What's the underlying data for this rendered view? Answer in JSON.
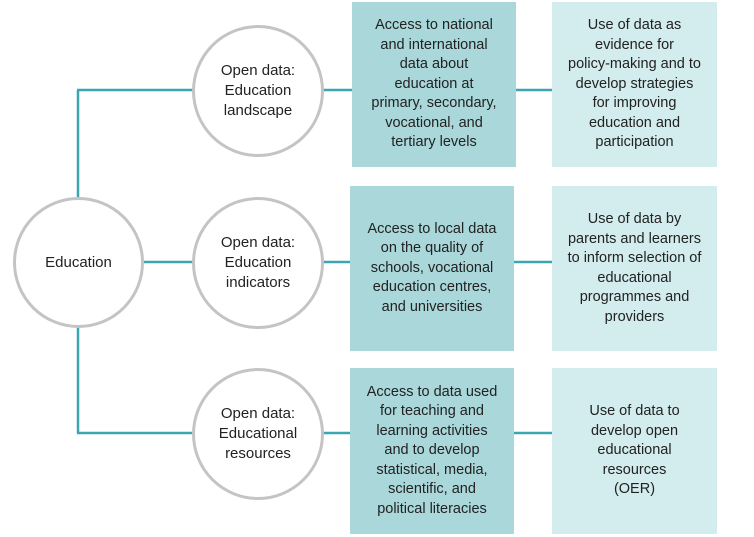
{
  "root": {
    "label": "Education"
  },
  "branches": [
    {
      "circle": [
        "Open data:",
        "Education",
        "landscape"
      ],
      "access": "Access to national\nand international\ndata about\neducation at\nprimary, secondary,\nvocational, and\ntertiary levels",
      "use": "Use of data as\nevidence for\npolicy-making and to\ndevelop strategies\nfor improving\neducation and\nparticipation"
    },
    {
      "circle": [
        "Open data:",
        "Education",
        "indicators"
      ],
      "access": "Access to local data\non the quality of\nschools, vocational\neducation centres,\nand universities",
      "use": "Use of data by\nparents and learners\nto inform selection of\neducational\nprogrammes and\nproviders"
    },
    {
      "circle": [
        "Open data:",
        "Educational",
        "resources"
      ],
      "access": "Access to data used\nfor teaching and\nlearning activities\nand to develop\nstatistical, media,\nscientific, and\npolitical literacies",
      "use": "Use of data to\ndevelop open\neducational\nresources\n(OER)"
    }
  ],
  "colors": {
    "connector": "#3aa6b1",
    "circle_border": "#c4c4c4",
    "access_fill": "#a9d7da",
    "use_fill": "#d3ecee"
  }
}
